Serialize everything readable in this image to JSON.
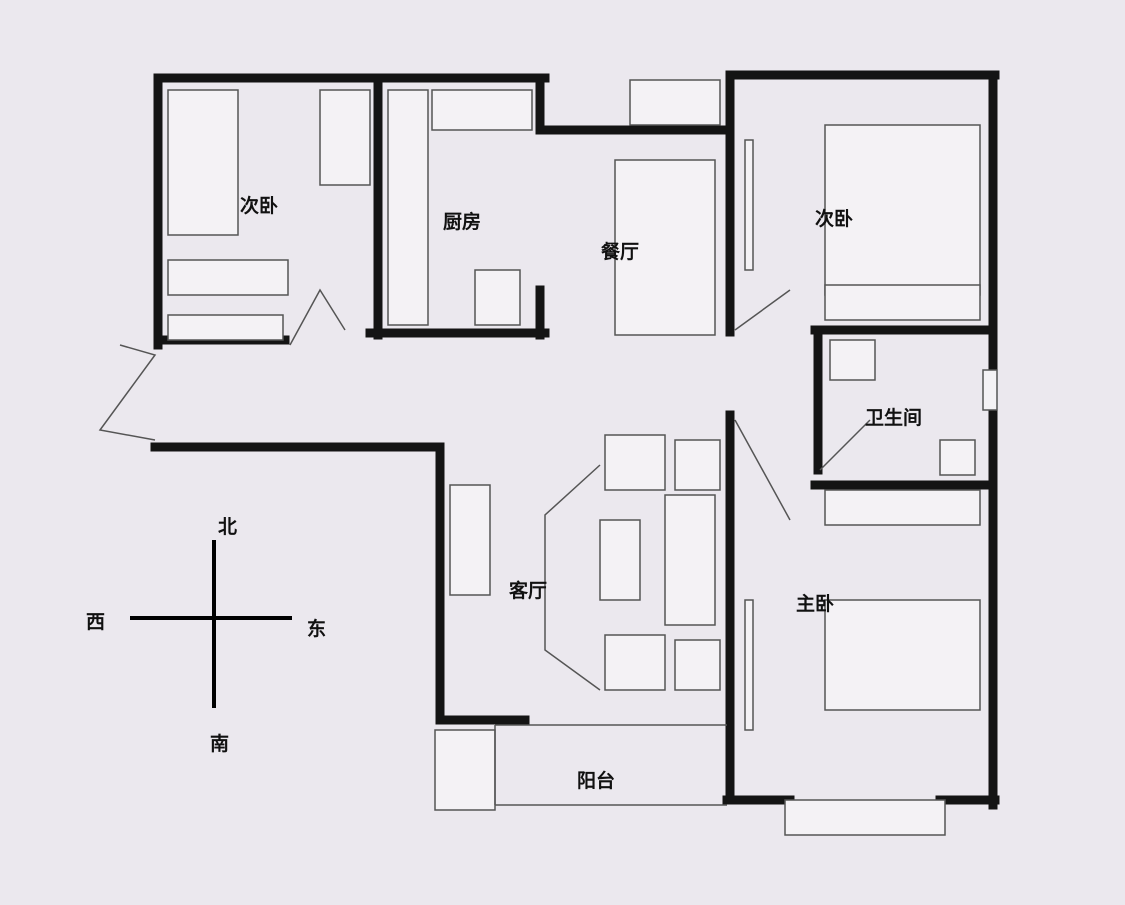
{
  "rooms": {
    "bedroom_nw": "次卧",
    "kitchen": "厨房",
    "dining": "餐厅",
    "bedroom_ne": "次卧",
    "bathroom": "卫生间",
    "living": "客厅",
    "master_bedroom": "主卧",
    "balcony": "阳台"
  },
  "compass": {
    "north": "北",
    "south": "南",
    "east": "东",
    "west": "西"
  }
}
